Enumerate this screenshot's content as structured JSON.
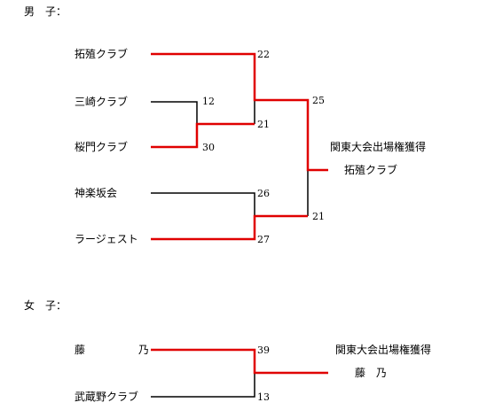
{
  "men": {
    "title": "男　子：",
    "teams": [
      "拓殖クラブ",
      "三崎クラブ",
      "桜門クラブ",
      "神楽坂会",
      "ラージェスト"
    ],
    "scores": {
      "takushoku_r2": "22",
      "misaki_r1": "12",
      "semi1_lower": "21",
      "oumon_r1": "30",
      "kagurazaka_r1": "26",
      "largest_r1": "27",
      "final_upper": "25",
      "final_lower": "21"
    },
    "qualify_label": "関東大会出場権獲得",
    "winner": "拓殖クラブ"
  },
  "women": {
    "title": "女　子：",
    "teams": [
      "藤　　　　　乃",
      "武蔵野クラブ"
    ],
    "scores": {
      "upper": "39",
      "lower": "13"
    },
    "qualify_label": "関東大会出場権獲得",
    "winner": "藤　乃"
  },
  "colors": {
    "winner_line": "#e00000",
    "loser_line": "#000000"
  }
}
